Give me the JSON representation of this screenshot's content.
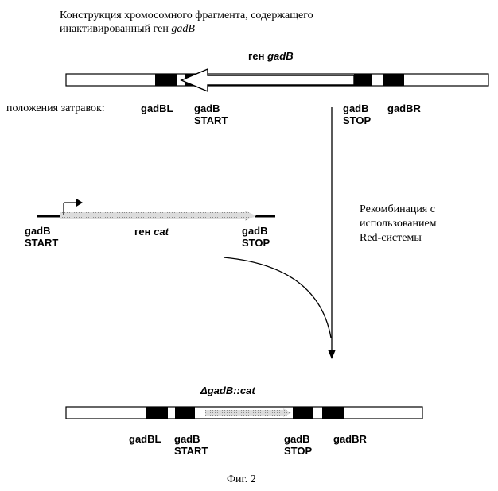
{
  "title": {
    "line1": "Конструкция хромосомного фрагмента, содержащего",
    "line2_prefix": "инактивированный ген ",
    "line2_gene": "gadB"
  },
  "top_construct": {
    "gene_label_prefix": "ген ",
    "gene_label_name": "gadB",
    "primer_positions_label": "положения затравок:",
    "primers": {
      "gadBL": "gadBL",
      "start_line1": "gadB",
      "start_line2": "START",
      "stop_line1": "gadB",
      "stop_line2": "STOP",
      "gadBR": "gadBR"
    }
  },
  "recombination": {
    "line1": "Рекомбинация с",
    "line2": "использованием",
    "line3": "Red-системы"
  },
  "cat_construct": {
    "left_line1": "gadB",
    "left_line2": "START",
    "gene_label_prefix": "ген ",
    "gene_label_name": "cat",
    "right_line1": "gadB",
    "right_line2": "STOP"
  },
  "result_construct": {
    "title": "ΔgadB::cat",
    "labels": {
      "gadBL": "gadBL",
      "start_line1": "gadB",
      "start_line2": "START",
      "stop_line1": "gadB",
      "stop_line2": "STOP",
      "gadBR": "gadBR"
    }
  },
  "caption": "Фиг. 2"
}
